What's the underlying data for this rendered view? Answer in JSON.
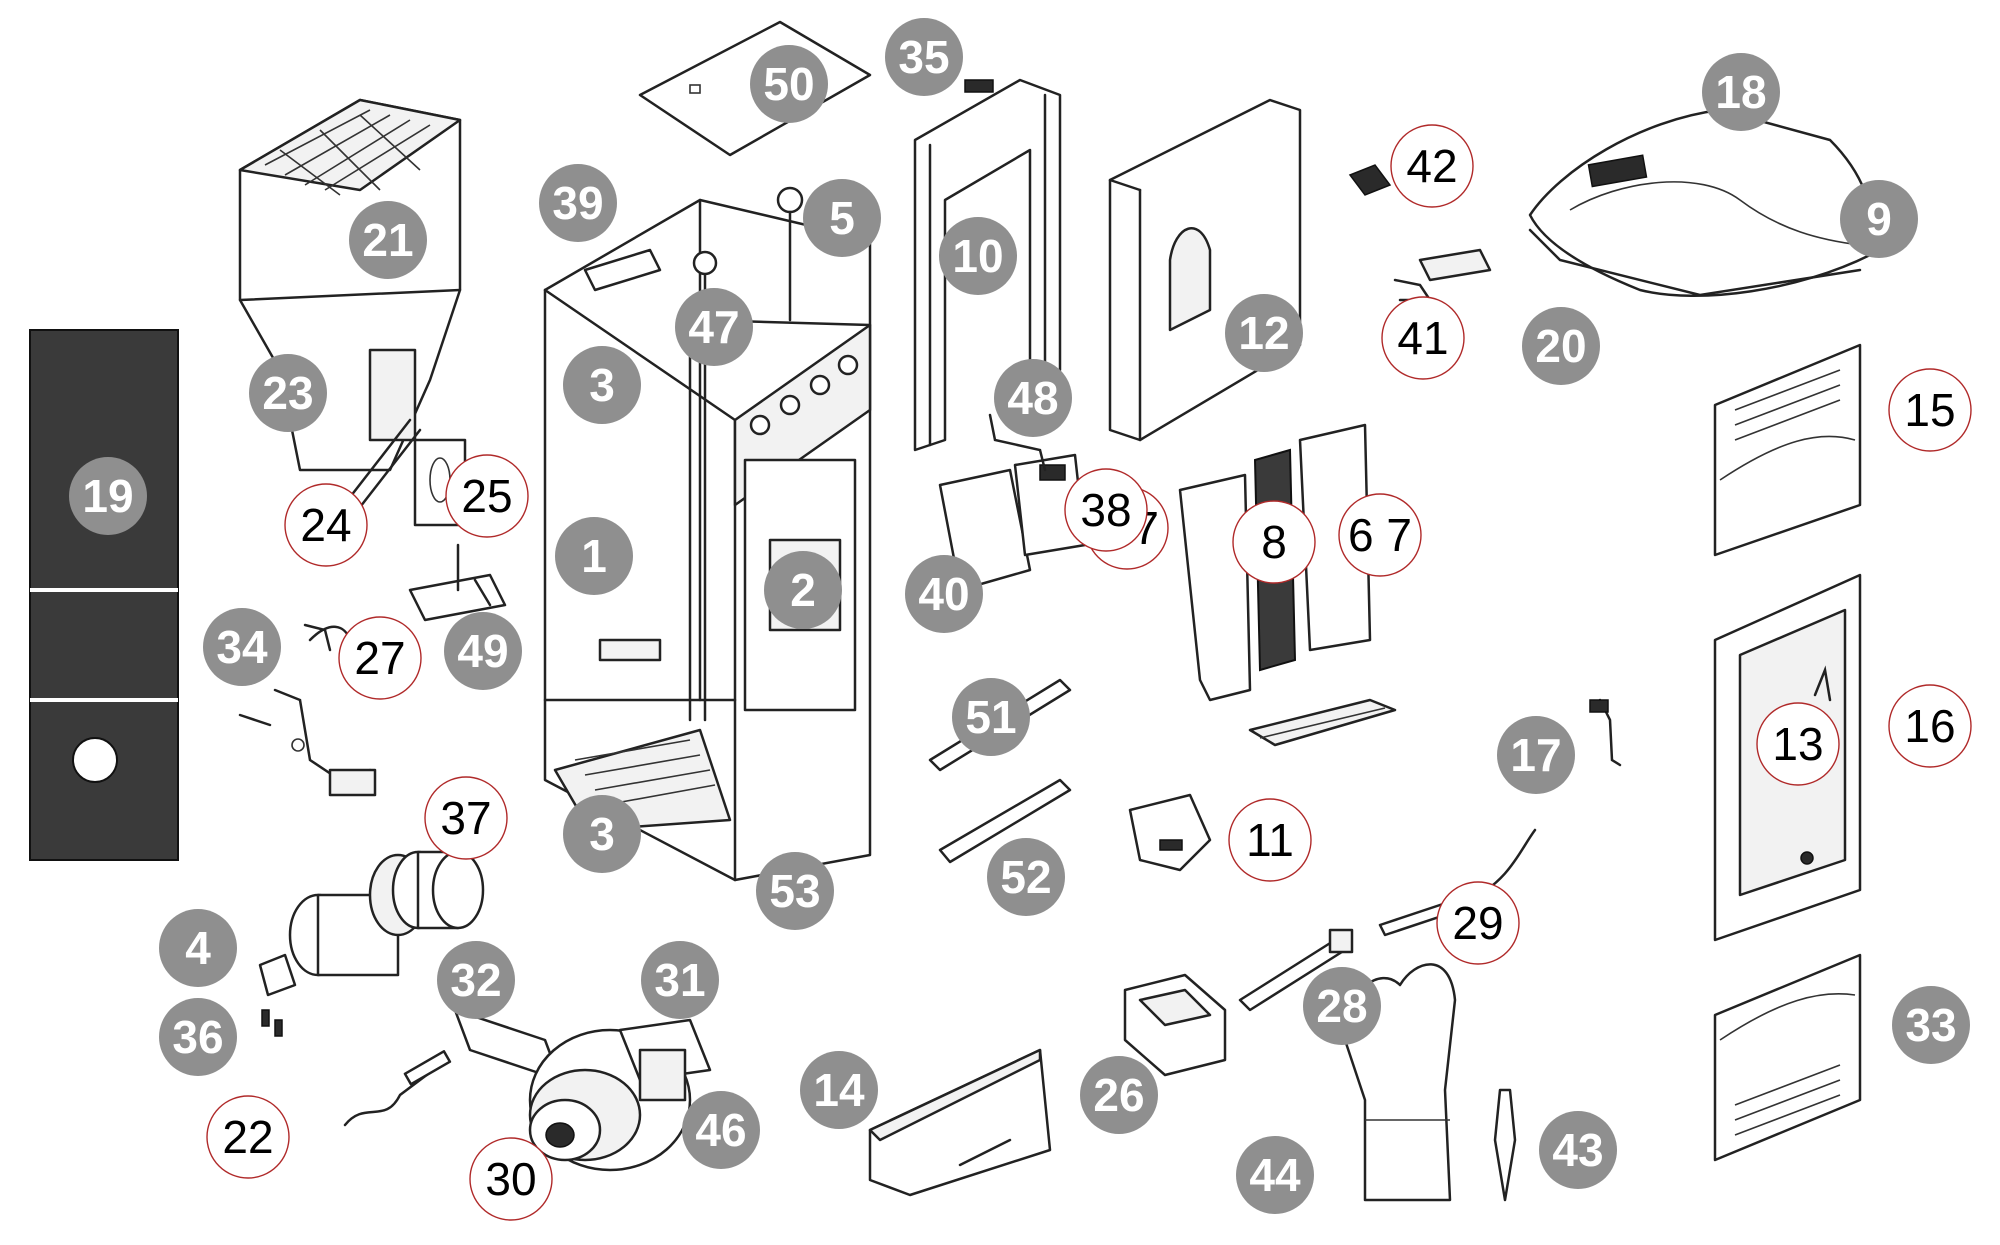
{
  "callouts": [
    {
      "label": "1",
      "style": "grey"
    },
    {
      "label": "2",
      "style": "grey"
    },
    {
      "label": "3",
      "style": "grey"
    },
    {
      "label": "3",
      "style": "grey"
    },
    {
      "label": "4",
      "style": "grey"
    },
    {
      "label": "5",
      "style": "grey"
    },
    {
      "label": "6 7",
      "style": "ring"
    },
    {
      "label": "6 7",
      "style": "ring"
    },
    {
      "label": "8",
      "style": "ring"
    },
    {
      "label": "9",
      "style": "grey"
    },
    {
      "label": "10",
      "style": "grey"
    },
    {
      "label": "11",
      "style": "ring"
    },
    {
      "label": "12",
      "style": "grey"
    },
    {
      "label": "13",
      "style": "ring"
    },
    {
      "label": "14",
      "style": "grey"
    },
    {
      "label": "15",
      "style": "ring"
    },
    {
      "label": "16",
      "style": "ring"
    },
    {
      "label": "17",
      "style": "grey"
    },
    {
      "label": "18",
      "style": "grey"
    },
    {
      "label": "19",
      "style": "grey"
    },
    {
      "label": "20",
      "style": "grey"
    },
    {
      "label": "21",
      "style": "grey"
    },
    {
      "label": "22",
      "style": "ring"
    },
    {
      "label": "23",
      "style": "grey"
    },
    {
      "label": "24",
      "style": "ring"
    },
    {
      "label": "25",
      "style": "ring"
    },
    {
      "label": "26",
      "style": "grey"
    },
    {
      "label": "27",
      "style": "ring"
    },
    {
      "label": "28",
      "style": "grey"
    },
    {
      "label": "29",
      "style": "ring"
    },
    {
      "label": "30",
      "style": "ring"
    },
    {
      "label": "31",
      "style": "grey"
    },
    {
      "label": "32",
      "style": "grey"
    },
    {
      "label": "33",
      "style": "grey"
    },
    {
      "label": "34",
      "style": "grey"
    },
    {
      "label": "35",
      "style": "grey"
    },
    {
      "label": "36",
      "style": "grey"
    },
    {
      "label": "37",
      "style": "ring"
    },
    {
      "label": "38",
      "style": "ring"
    },
    {
      "label": "39",
      "style": "grey"
    },
    {
      "label": "40",
      "style": "grey"
    },
    {
      "label": "41",
      "style": "ring"
    },
    {
      "label": "42",
      "style": "ring"
    },
    {
      "label": "43",
      "style": "grey"
    },
    {
      "label": "44",
      "style": "grey"
    },
    {
      "label": "46",
      "style": "grey"
    },
    {
      "label": "47",
      "style": "grey"
    },
    {
      "label": "48",
      "style": "grey"
    },
    {
      "label": "49",
      "style": "grey"
    },
    {
      "label": "50",
      "style": "grey"
    },
    {
      "label": "51",
      "style": "grey"
    },
    {
      "label": "52",
      "style": "grey"
    },
    {
      "label": "53",
      "style": "grey"
    }
  ]
}
